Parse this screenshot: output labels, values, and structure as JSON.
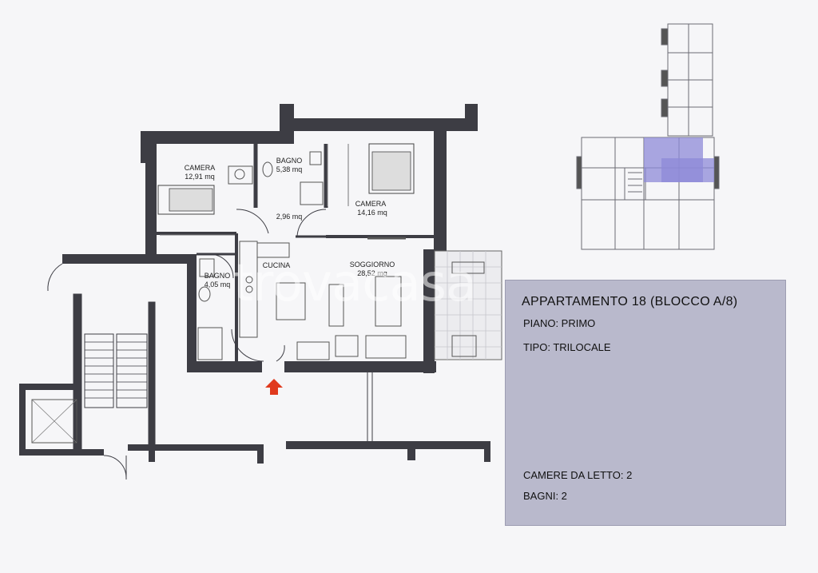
{
  "apartment": {
    "title": "APPARTAMENTO 18 (BLOCCO A/8)",
    "floor": "PIANO: PRIMO",
    "type": "TIPO: TRILOCALE",
    "bedrooms": "CAMERE DA LETTO: 2",
    "bathrooms": "BAGNI: 2"
  },
  "rooms": {
    "camera1": {
      "name": "CAMERA",
      "area": "12,91 mq"
    },
    "bagno1": {
      "name": "BAGNO",
      "area": "5,38 mq"
    },
    "camera2": {
      "name": "CAMERA",
      "area": "14,16 mq"
    },
    "disimpegno": {
      "area": "2,96 mq"
    },
    "cucina": {
      "name": "CUCINA"
    },
    "soggiorno": {
      "name": "SOGGIORNO",
      "area": "28,52 mq"
    },
    "bagno2": {
      "name": "BAGNO",
      "area": "4,05 mq"
    }
  },
  "watermark": "trovacasa",
  "colors": {
    "wall": "#3d3d44",
    "panel": "#b9b9cc",
    "highlight": "#8e8ad8",
    "arrow": "#e03a1e"
  }
}
